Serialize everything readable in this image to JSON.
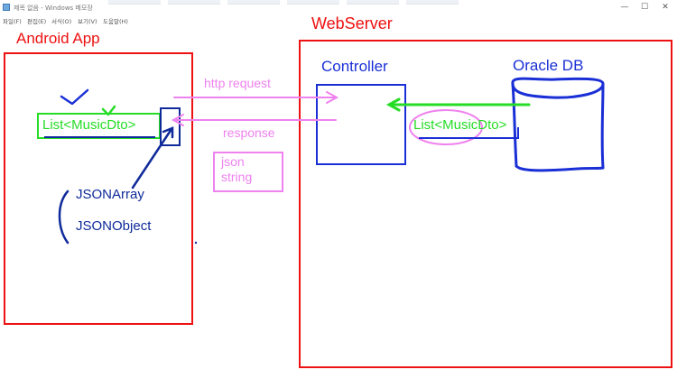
{
  "window": {
    "title": "제목 없음 - Windows 메모장",
    "controls": {
      "minimize": "—",
      "maximize": "☐",
      "close": "✕"
    }
  },
  "menu": [
    "파일(F)",
    "편집(E)",
    "서식(O)",
    "보기(V)",
    "도움말(H)"
  ],
  "drawing": {
    "android_app": "Android App",
    "webserver": "WebServer",
    "controller": "Controller",
    "oracle_db": "Oracle DB",
    "http_request": "http request",
    "response": "response",
    "json_string_line1": "json",
    "json_string_line2": "string",
    "list_music_dto_app": "List<MusicDto>",
    "list_music_dto_server": "List<MusicDto>",
    "json_array": "JSONArray",
    "json_object": "JSONObject"
  },
  "colors": {
    "red": "#ee1111",
    "blue": "#1a2fd6",
    "navy": "#0f2a9a",
    "pink": "#ee82ee",
    "green": "#26dd26"
  }
}
